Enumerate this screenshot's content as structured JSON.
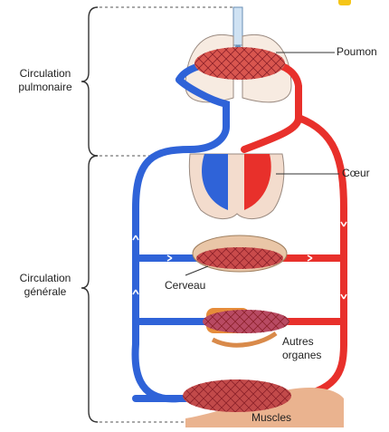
{
  "labels": {
    "pulmonary_l1": "Circulation",
    "pulmonary_l2": "pulmonaire",
    "general_l1": "Circulation",
    "general_l2": "générale",
    "lung": "Poumon",
    "heart": "Cœur",
    "brain": "Cerveau",
    "organs_l1": "Autres",
    "organs_l2": "organes",
    "muscles": "Muscles"
  },
  "colors": {
    "oxygen_poor_blood": "#2f63d8",
    "oxygen_rich_blood": "#e8302b",
    "badge": "#f5c518"
  }
}
